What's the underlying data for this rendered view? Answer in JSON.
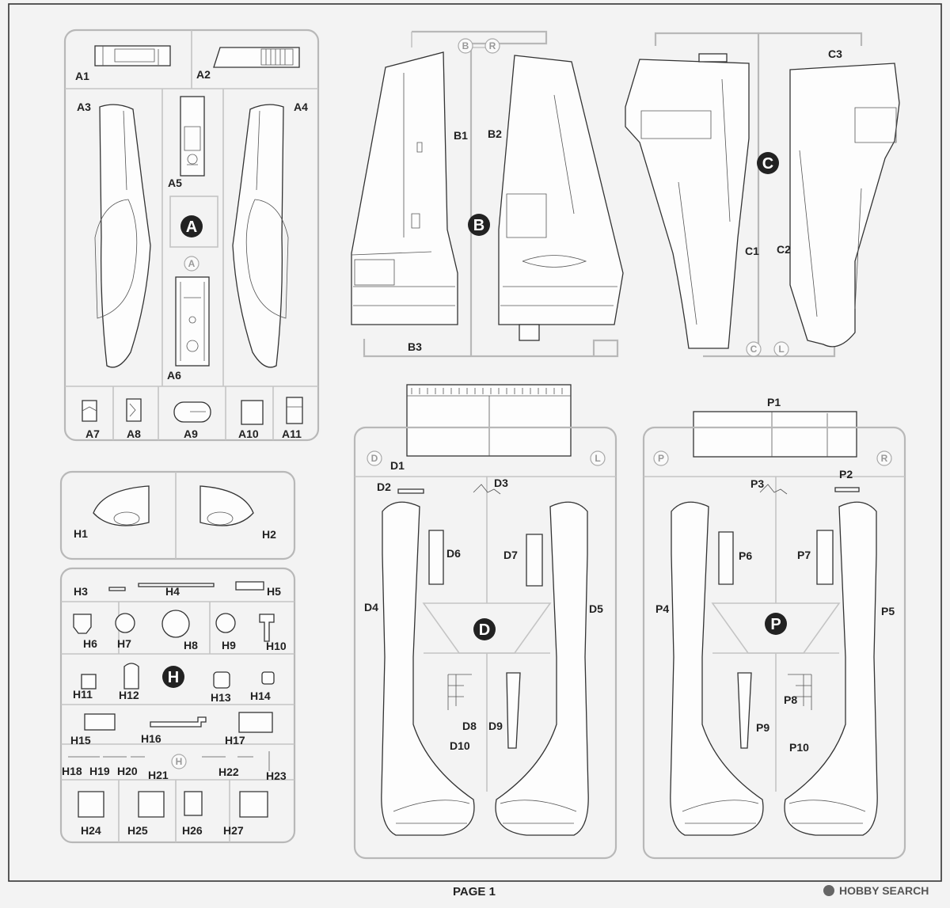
{
  "page": {
    "label": "PAGE 1"
  },
  "watermark": {
    "text": "HOBBY SEARCH"
  },
  "sprues": {
    "A": {
      "badge": "A",
      "marker": "A",
      "parts": [
        "A1",
        "A2",
        "A3",
        "A4",
        "A5",
        "A6",
        "A7",
        "A8",
        "A9",
        "A10",
        "A11"
      ]
    },
    "B": {
      "badge": "B",
      "markers": [
        "B",
        "R"
      ],
      "parts": [
        "B1",
        "B2",
        "B3"
      ]
    },
    "C": {
      "badge": "C",
      "markers": [
        "C",
        "L"
      ],
      "parts": [
        "C1",
        "C2",
        "C3"
      ]
    },
    "D": {
      "badge": "D",
      "markers": [
        "D",
        "L"
      ],
      "parts": [
        "D1",
        "D2",
        "D3",
        "D4",
        "D5",
        "D6",
        "D7",
        "D8",
        "D9",
        "D10"
      ]
    },
    "P": {
      "badge": "P",
      "markers": [
        "P",
        "R"
      ],
      "parts": [
        "P1",
        "P2",
        "P3",
        "P4",
        "P5",
        "P6",
        "P7",
        "P8",
        "P9",
        "P10"
      ]
    },
    "H": {
      "badge": "H",
      "marker": "H",
      "parts": [
        "H1",
        "H2",
        "H3",
        "H4",
        "H5",
        "H6",
        "H7",
        "H8",
        "H9",
        "H10",
        "H11",
        "H12",
        "H13",
        "H14",
        "H15",
        "H16",
        "H17",
        "H18",
        "H19",
        "H20",
        "H21",
        "H22",
        "H23",
        "H24",
        "H25",
        "H26",
        "H27"
      ]
    }
  }
}
